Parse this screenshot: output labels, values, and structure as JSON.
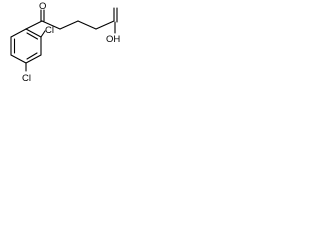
{
  "diagram": {
    "type": "skeletal-structure",
    "atom_labels": {
      "carbonyl_oxygen": "O",
      "chlorine_2": "Cl",
      "chlorine_3": "Cl",
      "hydroxyl": "OH"
    },
    "colors": {
      "bond": "#000000",
      "label": "#000000",
      "background": "#ffffff"
    }
  }
}
